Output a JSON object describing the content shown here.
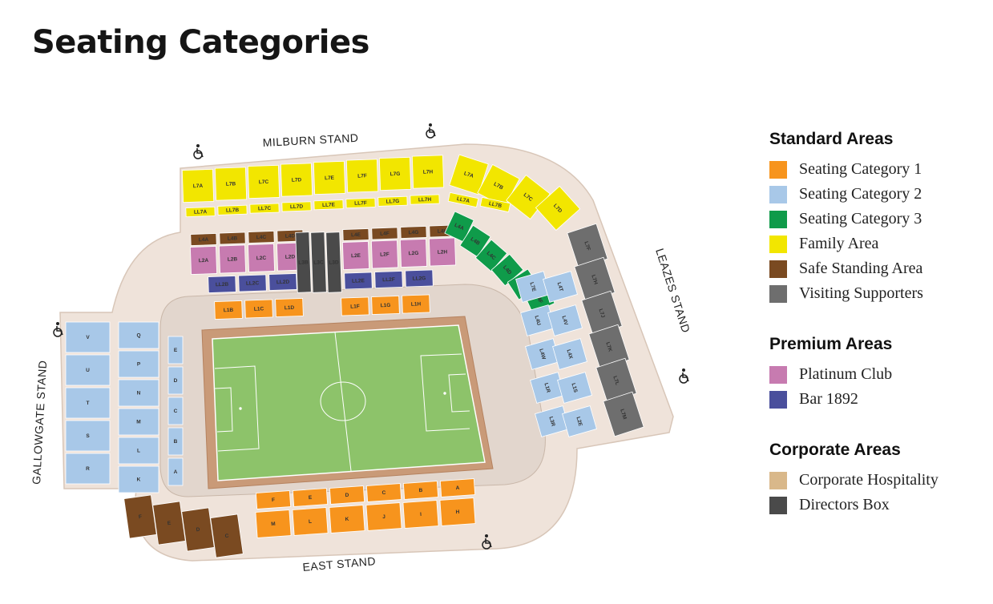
{
  "page": {
    "title": "Seating Categories"
  },
  "stands": {
    "north": "MILBURN STAND",
    "east": "LEAZES STAND",
    "south": "EAST STAND",
    "west": "GALLOWGATE STAND"
  },
  "colors": {
    "cat1": "#f7941d",
    "cat2": "#a8c8e8",
    "cat3": "#0f9b4a",
    "family": "#f2e600",
    "standing": "#7a4a21",
    "visiting": "#6e6e6e",
    "platinum": "#c77bb0",
    "bar1892": "#4a4f9c",
    "corporate": "#d9b88a",
    "directors": "#4a4a4a",
    "pitch": "#8dc36a",
    "track": "#c99a78",
    "concourse": "#eee4dc"
  },
  "legend": [
    {
      "heading": "Standard Areas",
      "items": [
        {
          "label": "Seating Category 1",
          "color": "#f7941d"
        },
        {
          "label": "Seating Category 2",
          "color": "#a8c8e8"
        },
        {
          "label": "Seating Category 3",
          "color": "#0f9b4a"
        },
        {
          "label": "Family Area",
          "color": "#f2e600"
        },
        {
          "label": "Safe Standing Area",
          "color": "#7a4a21"
        },
        {
          "label": "Visiting Supporters",
          "color": "#6e6e6e"
        }
      ]
    },
    {
      "heading": "Premium Areas",
      "items": [
        {
          "label": "Platinum Club",
          "color": "#c77bb0"
        },
        {
          "label": "Bar 1892",
          "color": "#4a4f9c"
        }
      ]
    },
    {
      "heading": "Corporate Areas",
      "items": [
        {
          "label": "Corporate Hospitality",
          "color": "#d9b88a"
        },
        {
          "label": "Directors Box",
          "color": "#4a4a4a"
        }
      ]
    }
  ],
  "sections": {
    "family_upper": [
      "L7A",
      "L7B",
      "L7C",
      "L7D",
      "L7E",
      "L7F",
      "L7G",
      "L7H",
      "L7A",
      "L7B",
      "L7C",
      "L7D"
    ],
    "family_lower": [
      "LL7A",
      "LL7B",
      "LL7C",
      "LL7D",
      "LL7E",
      "LL7F",
      "LL7G",
      "LL7H",
      "LL7A",
      "LL7B"
    ],
    "standing_row": [
      "L4A",
      "L4B",
      "L4C",
      "L4D",
      "L4E",
      "L4F",
      "L4G",
      "L4H"
    ],
    "platinum": [
      "L2A",
      "L2B",
      "L2C",
      "L2D",
      "L2E",
      "L2F",
      "L2G",
      "L2H"
    ],
    "bar1892": [
      "LL2B",
      "LL2C",
      "LL2D",
      "LL2E",
      "LL2F",
      "LL2G"
    ],
    "directors": [
      "L3B",
      "L3C",
      "L3D"
    ],
    "cat1_north": [
      "L1B",
      "L1C",
      "L1D",
      "L1F",
      "L1G",
      "L1H"
    ],
    "cat3_corner": [
      "L4A",
      "L4B",
      "L4C",
      "L4D",
      "L4E",
      "L4F"
    ],
    "visiting": [
      "L7F",
      "L7H",
      "L7J",
      "L7K",
      "L7L",
      "L7M"
    ],
    "leazes_blue": [
      "L7E",
      "L4T",
      "L4U",
      "L4V",
      "L4W",
      "L4X",
      "L1R",
      "L1S",
      "L3R",
      "L2E"
    ],
    "gallowgate_outer": [
      "V",
      "U",
      "T",
      "S",
      "R"
    ],
    "gallowgate_mid": [
      "Q",
      "P",
      "N",
      "M",
      "L",
      "K"
    ],
    "gallowgate_inner": [
      "E",
      "D",
      "C",
      "B",
      "A"
    ],
    "east_upper": [
      "F",
      "E",
      "D",
      "C",
      "B",
      "A"
    ],
    "east_lower": [
      "M",
      "L",
      "K",
      "J",
      "I",
      "H"
    ],
    "east_corner": [
      "F",
      "E",
      "D",
      "C"
    ]
  }
}
